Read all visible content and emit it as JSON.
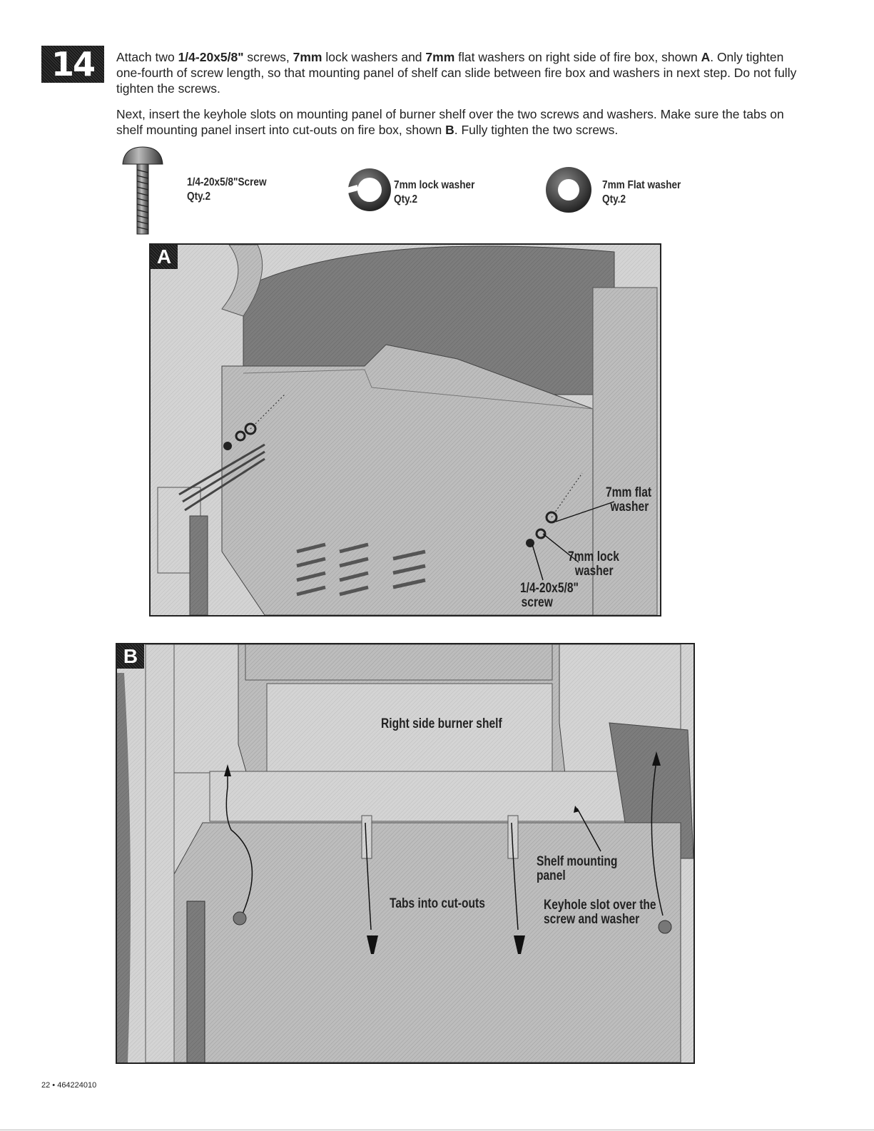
{
  "step": {
    "number": "14"
  },
  "instructions": {
    "p1": {
      "a": "Attach two ",
      "b1": "1/4-20x5/8\"",
      "c": " screws, ",
      "b2": "7mm",
      "d": " lock washers and ",
      "b3": "7mm",
      "e": " flat washers on right side of fire box, shown ",
      "b4": "A",
      "f": ". Only tighten one-fourth of screw length, so that mounting panel of shelf can slide between fire box  and washers in next step. Do not fully tighten the screws."
    },
    "p2": {
      "a": "Next, insert the keyhole slots on mounting panel of burner shelf over the two screws and washers. Make sure the tabs on shelf mounting panel insert into cut-outs on fire box, shown ",
      "b1": "B",
      "c": ". Fully tighten the two screws."
    }
  },
  "parts": [
    {
      "name": "1/4-20x5/8\"Screw",
      "qty": "Qty.2",
      "icon": "screw-icon"
    },
    {
      "name": "7mm lock washer",
      "qty": "Qty.2",
      "icon": "lock-washer-icon"
    },
    {
      "name": "7mm Flat washer",
      "qty": "Qty.2",
      "icon": "flat-washer-icon"
    }
  ],
  "panelA": {
    "tag": "A",
    "callouts": {
      "flat_washer_1": "7mm flat",
      "flat_washer_2": "washer",
      "lock_washer_1": "7mm lock",
      "lock_washer_2": "washer",
      "screw_1": "1/4-20x5/8\"",
      "screw_2": "screw"
    }
  },
  "panelB": {
    "tag": "B",
    "callouts": {
      "shelf": "Right side burner shelf",
      "mounting_1": "Shelf mounting",
      "mounting_2": "panel",
      "tabs": "Tabs into cut-outs",
      "keyhole_1": "Keyhole slot over the",
      "keyhole_2": "screw and washer"
    }
  },
  "footer": {
    "page": "22 • 464224010"
  },
  "colors": {
    "ink": "#1a1a1a",
    "grill_dark": "#6f6f6f",
    "grill_mid": "#a9a9a9",
    "grill_light": "#cdcdcd"
  }
}
